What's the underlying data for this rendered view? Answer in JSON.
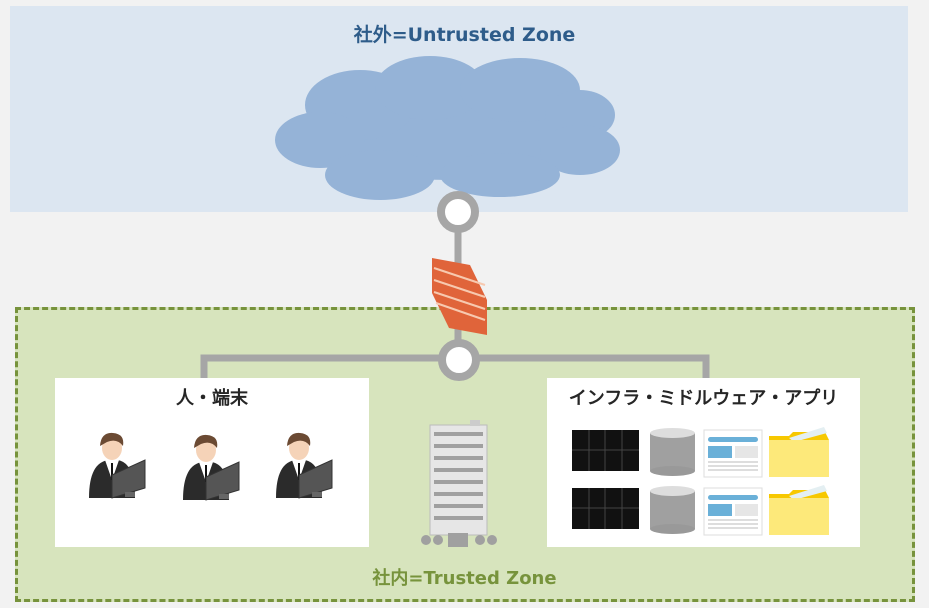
{
  "untrusted_zone": {
    "label": "社外=Untrusted Zone",
    "color": "#dce6f1"
  },
  "trusted_zone": {
    "label": "社内=Trusted Zone",
    "color": "#d7e4bd"
  },
  "people_box": {
    "title": "人・端末",
    "count": 3
  },
  "infra_box": {
    "title": "インフラ・ミドルウェア・アプリ"
  },
  "icons": [
    "cloud-icon",
    "firewall-icon",
    "building-icon",
    "person-with-pc-icon",
    "server-rack-icon",
    "database-icon",
    "web-app-icon",
    "folder-icon"
  ]
}
